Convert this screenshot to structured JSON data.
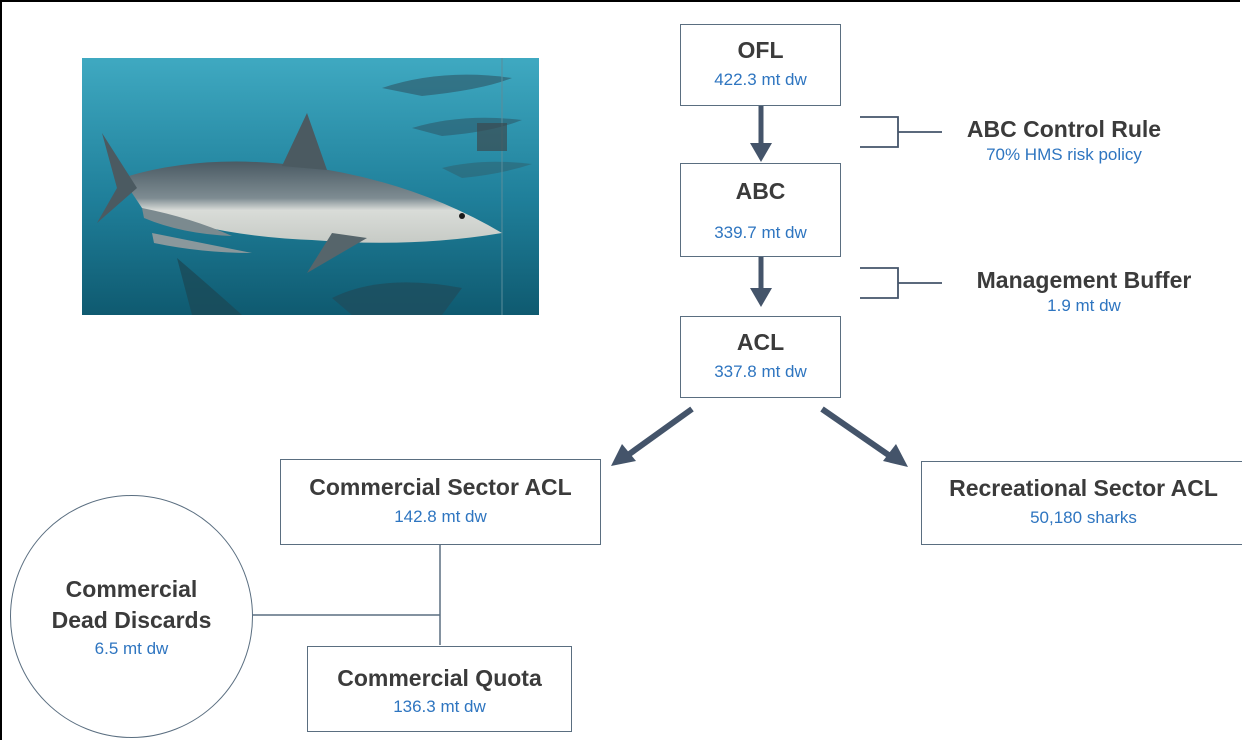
{
  "photo": {
    "subject": "shark-photo"
  },
  "nodes": {
    "ofl": {
      "title": "OFL",
      "value": "422.3 mt dw"
    },
    "abc": {
      "title": "ABC",
      "value": "339.7 mt dw"
    },
    "acl": {
      "title": "ACL",
      "value": "337.8 mt dw"
    },
    "commercial_sector": {
      "title": "Commercial Sector ACL",
      "value": "142.8 mt dw"
    },
    "recreational_sector": {
      "title": "Recreational Sector ACL",
      "value": "50,180 sharks"
    },
    "dead_discards": {
      "title_line1": "Commercial",
      "title_line2": "Dead Discards",
      "value": "6.5 mt dw"
    },
    "commercial_quota": {
      "title": "Commercial Quota",
      "value": "136.3 mt dw"
    }
  },
  "adjustments": {
    "abc_control_rule": {
      "title": "ABC Control Rule",
      "value": "70% HMS risk policy"
    },
    "management_buffer": {
      "title": "Management Buffer",
      "value": "1.9 mt dw"
    }
  },
  "colors": {
    "title_text": "#3b3b3b",
    "value_text": "#2e75c0",
    "arrow": "#44546a",
    "border": "#5a6e80"
  }
}
